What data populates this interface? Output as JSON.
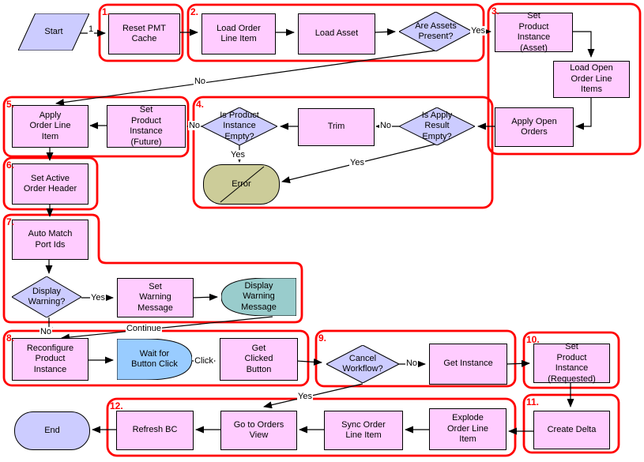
{
  "palette": {
    "process_fill": "#FFCCFF",
    "decision_fill": "#CCCCFF",
    "terminal_fill": "#CCCCFF",
    "error_fill": "#CCCC99",
    "display_fill": "#99CCCC",
    "wait_fill": "#99CCFF",
    "group_outline": "#FF0000",
    "connector": "#000000"
  },
  "groups": [
    "1.",
    "2.",
    "3.",
    "4.",
    "5.",
    "6.",
    "7.",
    "8.",
    "9.",
    "10.",
    "11.",
    "12."
  ],
  "labels": {
    "start_branch": "1",
    "assets_yes": "Yes",
    "assets_no": "No",
    "pi_empty_no": "No",
    "pi_empty_yes": "Yes",
    "apply_empty_no": "No",
    "apply_empty_yes": "Yes",
    "warning_yes": "Yes",
    "warning_no": "No",
    "continue": "Continue",
    "click": "Click",
    "cancel_no": "No",
    "cancel_yes": "Yes"
  },
  "nodes": {
    "start": "Start",
    "reset_pmt_cache": "Reset PMT\nCache",
    "load_order_line_item": "Load Order\nLine Item",
    "load_asset": "Load Asset",
    "are_assets_present": "Are Assets\nPresent?",
    "set_product_instance_asset": "Set\nProduct\nInstance\n(Asset)",
    "load_open_order_line_items": "Load Open\nOrder Line\nItems",
    "apply_open_orders": "Apply Open\nOrders",
    "apply_order_line_item": "Apply\nOrder Line\nItem",
    "set_product_instance_future": "Set\nProduct\nInstance\n(Future)",
    "is_product_instance_empty": "Is Product\nInstance\nEmpty?",
    "trim": "Trim",
    "is_apply_result_empty": "Is Apply\nResult\nEmpty?",
    "error": "Error",
    "set_active_order_header": "Set Active\nOrder Header",
    "auto_match_port_ids": "Auto Match\nPort Ids",
    "display_warning_q": "Display\nWarning?",
    "set_warning_message": "Set\nWarning\nMessage",
    "display_warning_message": "Display\nWarning\nMessage",
    "reconfigure_product_instance": "Reconfigure\nProduct\nInstance",
    "wait_for_button_click": "Wait for\nButton Click",
    "get_clicked_button": "Get\nClicked\nButton",
    "cancel_workflow": "Cancel\nWorkflow?",
    "get_instance": "Get Instance",
    "set_product_instance_requested": "Set\nProduct\nInstance\n(Requested)",
    "create_delta": "Create Delta",
    "refresh_bc": "Refresh BC",
    "go_to_orders_view": "Go to Orders\nView",
    "sync_order_line_item": "Sync Order\nLine Item",
    "explode_order_line_item": "Explode\nOrder Line\nItem",
    "end": "End"
  }
}
